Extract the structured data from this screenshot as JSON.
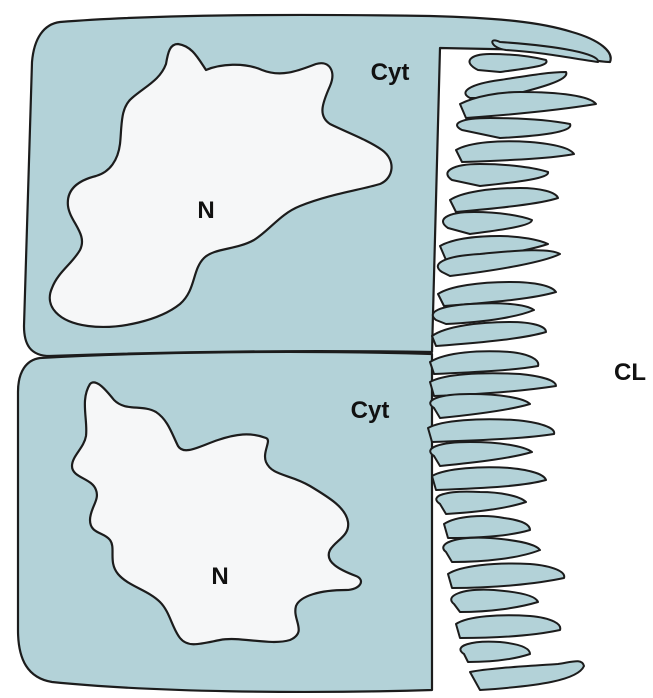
{
  "labels": {
    "upper_cytoplasm": "Cyt",
    "upper_nucleus": "N",
    "lower_cytoplasm": "Cyt",
    "lower_nucleus": "N",
    "lumen": "CL"
  },
  "colors": {
    "cytoplasm": "#b3d2d8",
    "nucleus": "#f6f7f8",
    "outline": "#1c1c1c"
  }
}
